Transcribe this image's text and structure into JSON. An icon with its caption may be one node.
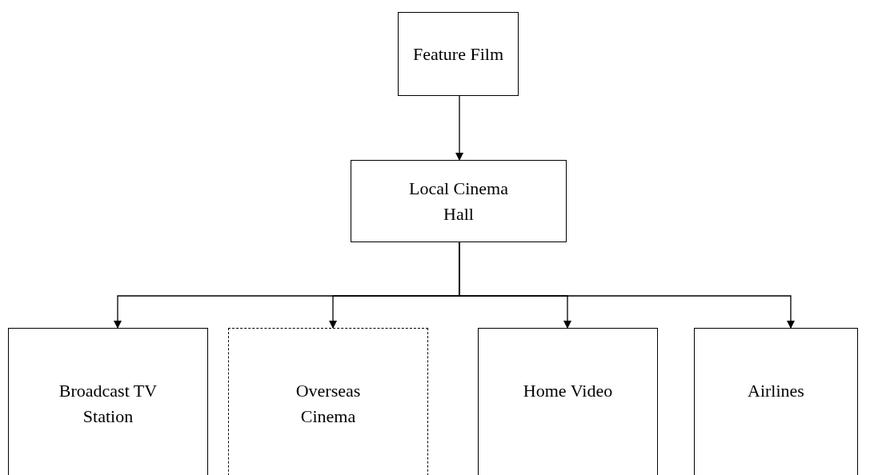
{
  "diagram": {
    "nodes": [
      {
        "text": [
          "Feature Film"
        ]
      },
      {
        "text": [
          "Local Cinema Hall"
        ]
      },
      {
        "text": [
          "Broadcast TV Station"
        ]
      },
      {
        "text": [
          "Overseas Cinema"
        ]
      },
      {
        "text": [
          "Home Video"
        ]
      },
      {
        "text": [
          "Airlines"
        ]
      }
    ],
    "edges": [
      {
        "from": 0,
        "to": 1,
        "arrow": "to"
      },
      {
        "from": 1,
        "to": 2,
        "arrow": "to"
      },
      {
        "from": 1,
        "to": 3,
        "arrow": "to"
      },
      {
        "from": 1,
        "to": 4,
        "arrow": "to"
      },
      {
        "from": 1,
        "to": 5,
        "arrow": "to"
      }
    ]
  }
}
